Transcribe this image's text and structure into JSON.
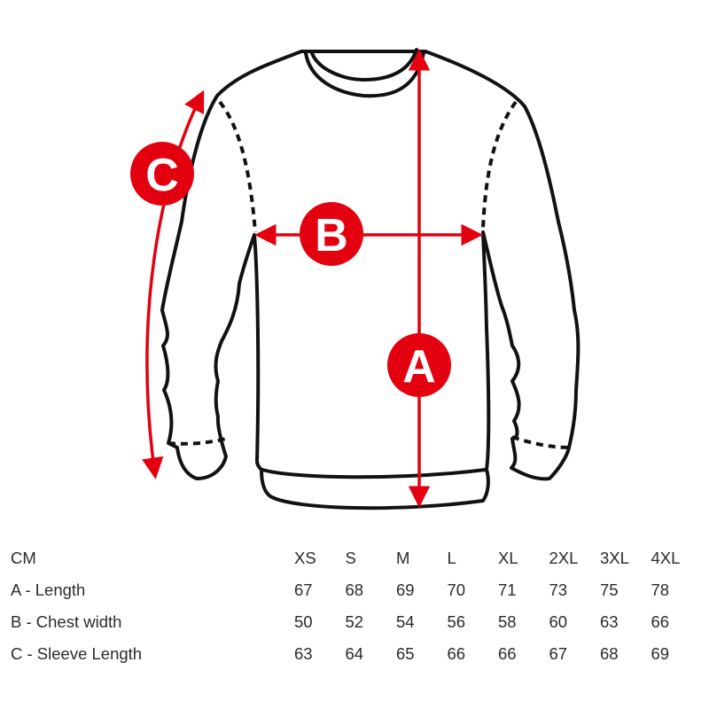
{
  "diagram": {
    "badges": [
      {
        "key": "a",
        "letter": "A"
      },
      {
        "key": "b",
        "letter": "B"
      },
      {
        "key": "c",
        "letter": "C"
      }
    ],
    "accent_color": "#e3000f",
    "outline_color": "#111111"
  },
  "table": {
    "unit_header": "CM",
    "sizes": [
      "XS",
      "S",
      "M",
      "L",
      "XL",
      "2XL",
      "3XL",
      "4XL"
    ],
    "rows": [
      {
        "label": "A - Length",
        "values": [
          "67",
          "68",
          "69",
          "70",
          "71",
          "73",
          "75",
          "78"
        ]
      },
      {
        "label": "B - Chest width",
        "values": [
          "50",
          "52",
          "54",
          "56",
          "58",
          "60",
          "63",
          "66"
        ]
      },
      {
        "label": "C - Sleeve Length",
        "values": [
          "63",
          "64",
          "65",
          "66",
          "66",
          "67",
          "68",
          "69"
        ]
      }
    ]
  }
}
